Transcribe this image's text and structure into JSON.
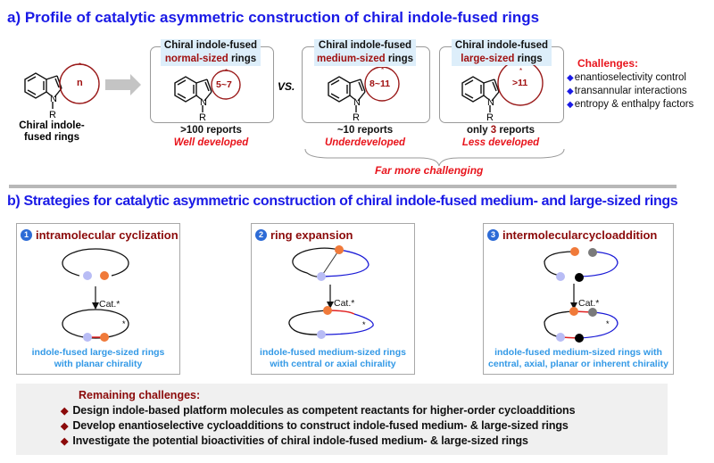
{
  "section_a": {
    "title": "a) Profile of catalytic asymmetric construction of chiral indole-fused rings",
    "generic": {
      "ring_label": "n",
      "caption_line1": "Chiral indole-",
      "caption_line2": "fused rings",
      "n_atom": "N",
      "r_group": "R",
      "stereo_mark": "*"
    },
    "vs_label": "VS.",
    "cards": [
      {
        "label_line1": "Chiral indole-fused",
        "label_highlight": "normal-sized",
        "label_suffix": " rings",
        "ring_label": "5~7",
        "reports": ">100 reports",
        "status": "Well developed"
      },
      {
        "label_line1": "Chiral indole-fused",
        "label_highlight": "medium-sized",
        "label_suffix": " rings",
        "ring_label": "8~11",
        "reports": "~10 reports",
        "status": "Underdeveloped"
      },
      {
        "label_line1": "Chiral indole-fused",
        "label_highlight": "large-sized",
        "label_suffix": " rings",
        "ring_label": ">11",
        "reports_prefix": "only ",
        "reports_count": "3",
        "reports_suffix": " reports",
        "status": "Less developed"
      }
    ],
    "bracket_label": "Far more challenging",
    "challenges": {
      "heading": "Challenges:",
      "items": [
        "enantioselectivity control",
        "transannular interactions",
        "entropy & enthalpy factors"
      ]
    }
  },
  "section_b": {
    "title": "b) Strategies for catalytic asymmetric construction of chiral indole-fused medium- and large-sized rings",
    "catalyst_label": "Cat.*",
    "stereo_mark": "*",
    "strategies": [
      {
        "number": "1",
        "name": "intramolecular cyclization",
        "caption_line1": "indole-fused large-sized rings",
        "caption_line2": "with planar chirality"
      },
      {
        "number": "2",
        "name": "ring expansion",
        "caption_line1": "indole-fused medium-sized rings",
        "caption_line2": "with central or axial chirality"
      },
      {
        "number": "3",
        "name": "intermolecularcycloaddition",
        "caption_line1": "indole-fused medium-sized rings with",
        "caption_line2": "central, axial, planar or inherent chirality"
      }
    ]
  },
  "remaining_challenges": {
    "heading": "Remaining challenges:",
    "items": [
      "Design indole-based platform molecules as competent reactants for higher-order cycloadditions",
      "Develop enantioselective cycloadditions to construct indole-fused medium- & large-sized rings",
      "Investigate the potential bioactivities of chiral indole-fused medium- & large-sized rings"
    ]
  },
  "colors": {
    "title_blue": "#1a1ae6",
    "dark_red": "#a01010",
    "bright_red": "#e8141c",
    "caption_blue": "#3399e6",
    "label_bg": "#ddeefa",
    "dot_orange": "#f07a3a",
    "dot_lavender": "#b8bcf5",
    "dot_gray": "#7a7a7a",
    "dot_black": "#000000",
    "arc_blue": "#1a1ad6",
    "bond_red": "#e02020",
    "panel_gray": "#f0f0f0"
  }
}
